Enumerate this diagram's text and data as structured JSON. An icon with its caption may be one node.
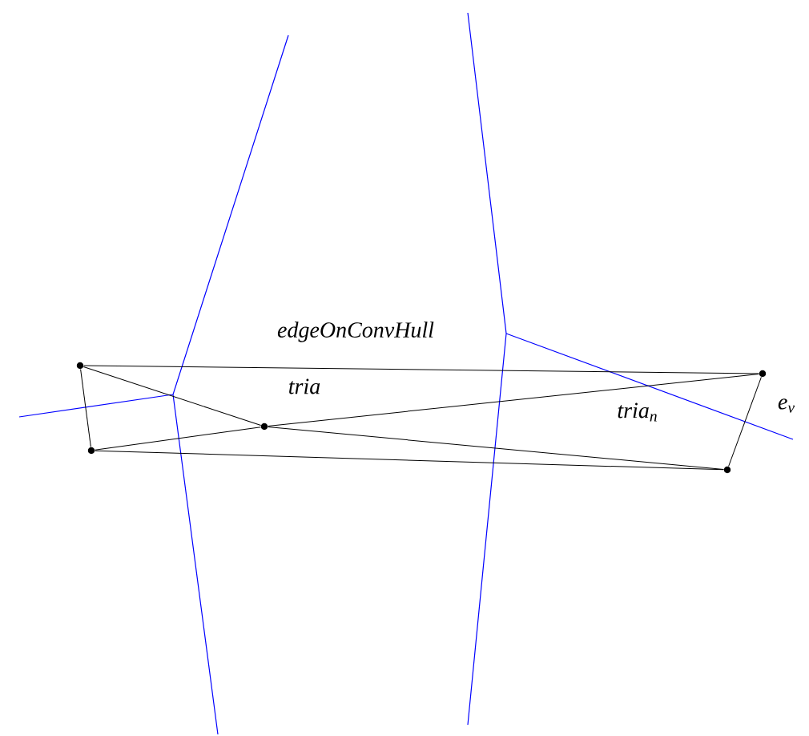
{
  "diagram": {
    "nodes": [
      {
        "text": [],
        "shape": "circle"
      },
      {
        "text": [],
        "shape": "circle"
      },
      {
        "text": [],
        "shape": "circle"
      },
      {
        "text": [],
        "shape": "circle"
      },
      {
        "text": [],
        "shape": "circle"
      }
    ],
    "edges": [
      {
        "from": 0,
        "to": 3,
        "arrow": "none"
      },
      {
        "from": 0,
        "to": 1,
        "arrow": "none"
      },
      {
        "from": 0,
        "to": 2,
        "arrow": "none"
      },
      {
        "from": 1,
        "to": 2,
        "arrow": "none"
      },
      {
        "from": 2,
        "to": 3,
        "arrow": "none"
      },
      {
        "from": 2,
        "to": 4,
        "arrow": "none"
      },
      {
        "from": 1,
        "to": 4,
        "arrow": "none"
      },
      {
        "from": 3,
        "to": 4,
        "arrow": "none"
      }
    ],
    "labels": [
      "edgeOnConvHull",
      "tria",
      "tria$_{n}$",
      "e$_{v}$"
    ]
  }
}
